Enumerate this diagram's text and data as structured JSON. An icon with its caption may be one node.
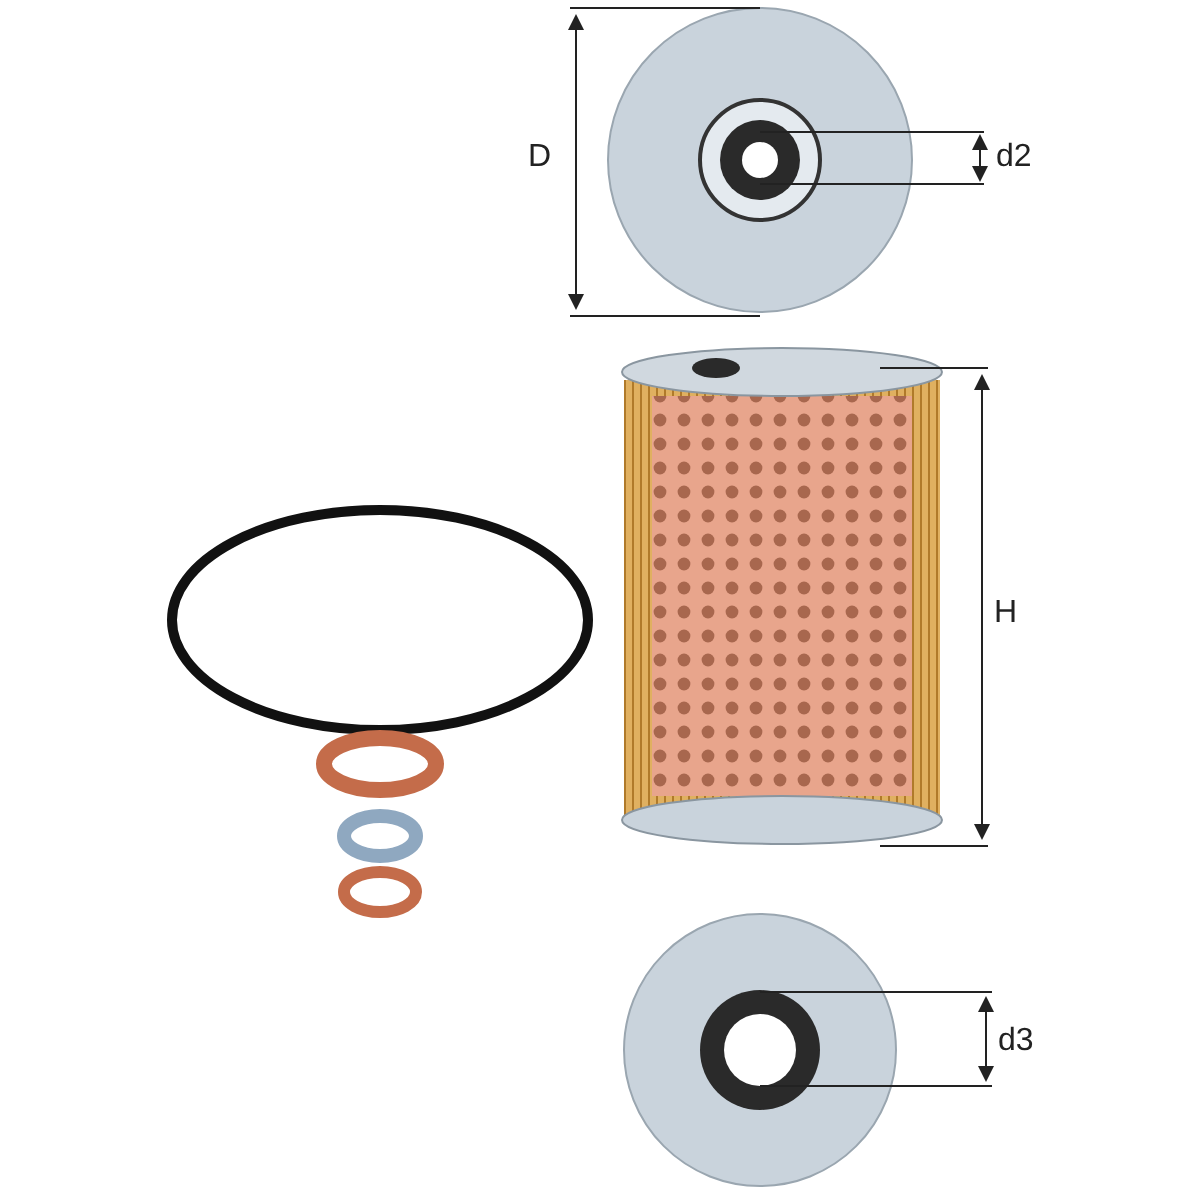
{
  "diagram": {
    "labels": [
      "D",
      "d2",
      "H",
      "d3"
    ]
  }
}
